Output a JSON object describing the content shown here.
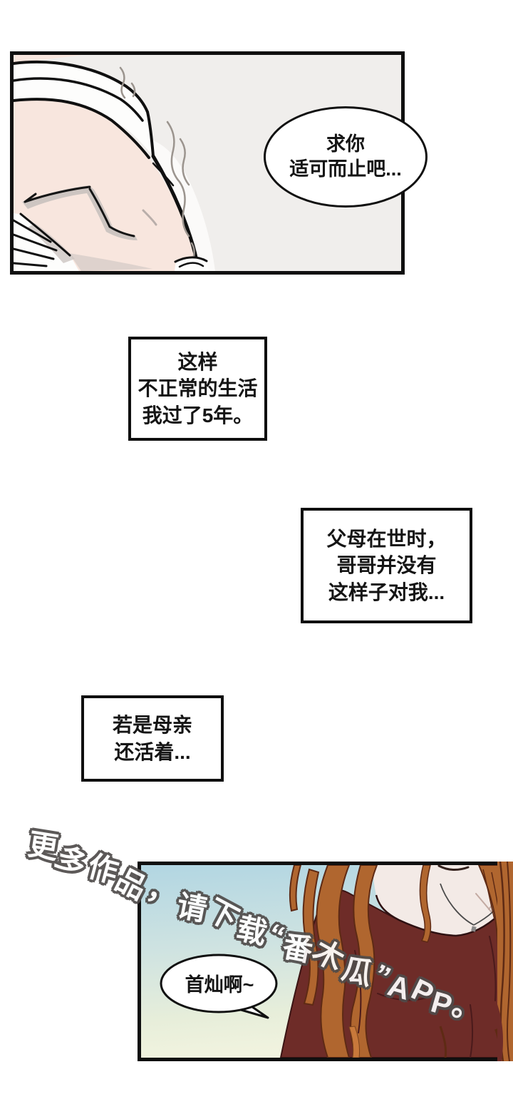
{
  "colors": {
    "page_bg": "#ffffff",
    "panel_border": "#0f0f0f",
    "panel1_bg": "#f0eeec",
    "skin": "#f8e6de",
    "bandage": "#fdfdfc",
    "shadow_gray": "#cdc5c1",
    "tremble_gray": "#9b948e",
    "sky_top": "#b2d6e2",
    "sky_mid": "#cfe3e1",
    "sky_low": "#e7eeda",
    "sky_bottom": "#f1f3df",
    "hair": "#b0662f",
    "hair_light": "#c8793b",
    "hair_dark": "#5e2a14",
    "sweater": "#6e2c28",
    "sweater_dark": "#4a1a1b",
    "chest_skin": "#f3eae6",
    "watermark_fill": "#ffffff",
    "watermark_outline": "#4f4b4a"
  },
  "panel1": {
    "bubble": {
      "line1": "求你",
      "line2": "适可而止吧..."
    }
  },
  "captions": {
    "box1": {
      "line1": "这样",
      "line2": "不正常的生活",
      "line3": "我过了5年。"
    },
    "box2": {
      "line1": "父母在世时，",
      "line2": "哥哥并没有",
      "line3": "这样子对我..."
    },
    "box3": {
      "line1": "若是母亲",
      "line2": "还活着..."
    }
  },
  "panel2": {
    "bubble": {
      "text": "首灿啊~"
    }
  },
  "watermark": {
    "text": "更多作品，请下载“番木瓜”APP。"
  }
}
